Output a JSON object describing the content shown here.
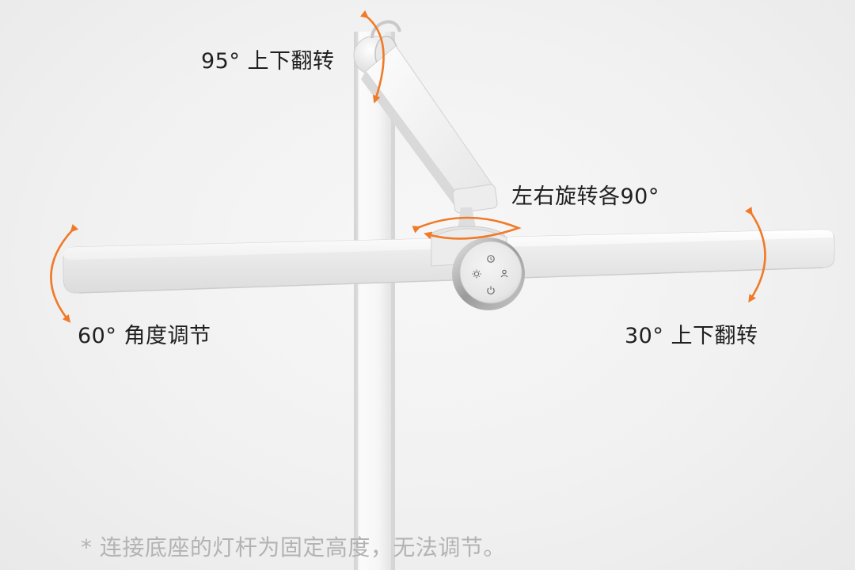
{
  "annotations": {
    "joint_tilt": "95° 上下翻转",
    "head_rotate": "左右旋转各90°",
    "left_angle": "60° 角度调节",
    "right_tilt": "30° 上下翻转"
  },
  "footnote": "* 连接底座的灯杆为固定高度，无法调节。",
  "control_panel": {
    "buttons": [
      {
        "icon": "clock-icon"
      },
      {
        "icon": "brightness-icon"
      },
      {
        "icon": "user-icon"
      },
      {
        "icon": "power-icon"
      }
    ]
  },
  "colors": {
    "accent_arrow": "#f07a28",
    "lamp_body": "#f6f6f6",
    "dial": "#d8d8d8"
  }
}
